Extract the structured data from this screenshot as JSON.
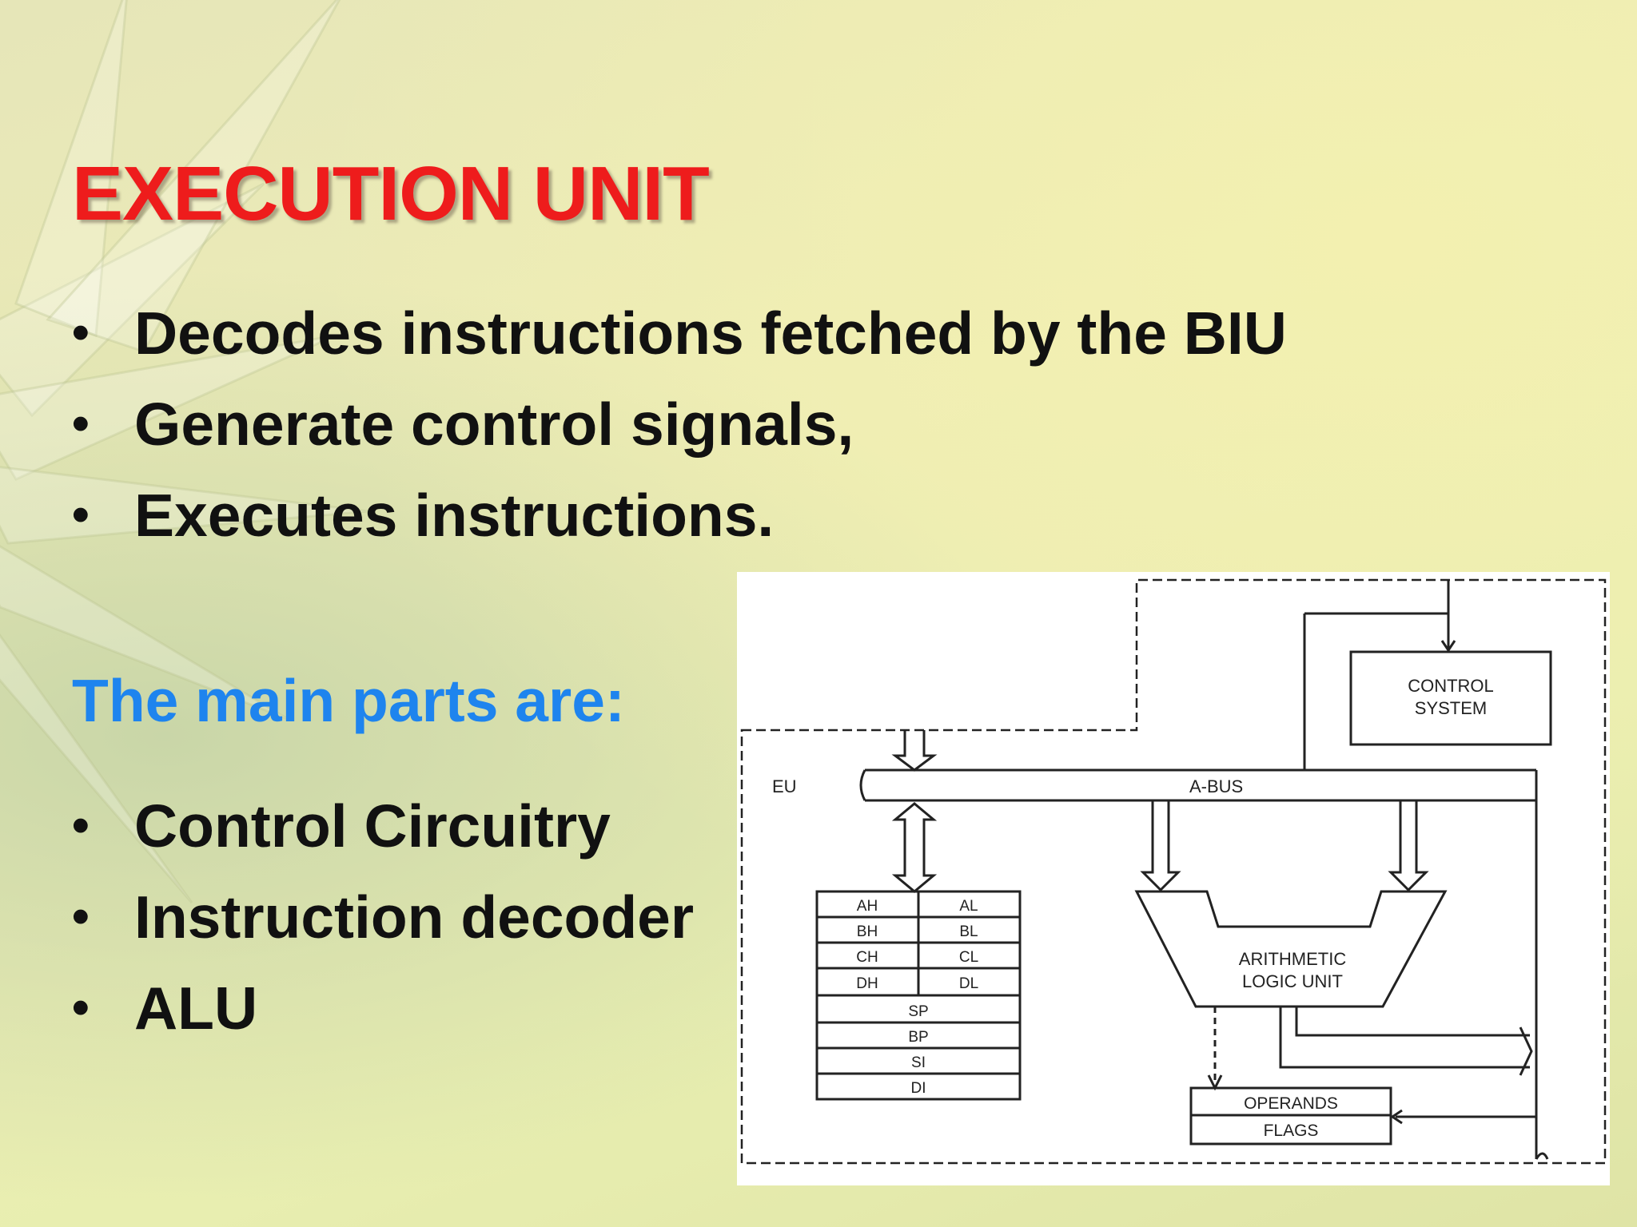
{
  "slide": {
    "title": "EXECUTION UNIT",
    "bullets_top": [
      "Decodes instructions fetched by the BIU",
      "Generate control signals,",
      "Executes instructions."
    ],
    "subheading": "The main parts are:",
    "bullets_parts": [
      "Control Circuitry",
      "Instruction decoder",
      "ALU"
    ]
  },
  "diagram": {
    "eu_label": "EU",
    "abus_label": "A-BUS",
    "control_system": [
      "CONTROL",
      "SYSTEM"
    ],
    "alu_label": [
      "ARITHMETIC",
      "LOGIC UNIT"
    ],
    "operands_label": "OPERANDS",
    "flags_label": "FLAGS",
    "registers_pairs": [
      [
        "AH",
        "AL"
      ],
      [
        "BH",
        "BL"
      ],
      [
        "CH",
        "CL"
      ],
      [
        "DH",
        "DL"
      ]
    ],
    "registers_single": [
      "SP",
      "BP",
      "SI",
      "DI"
    ]
  }
}
